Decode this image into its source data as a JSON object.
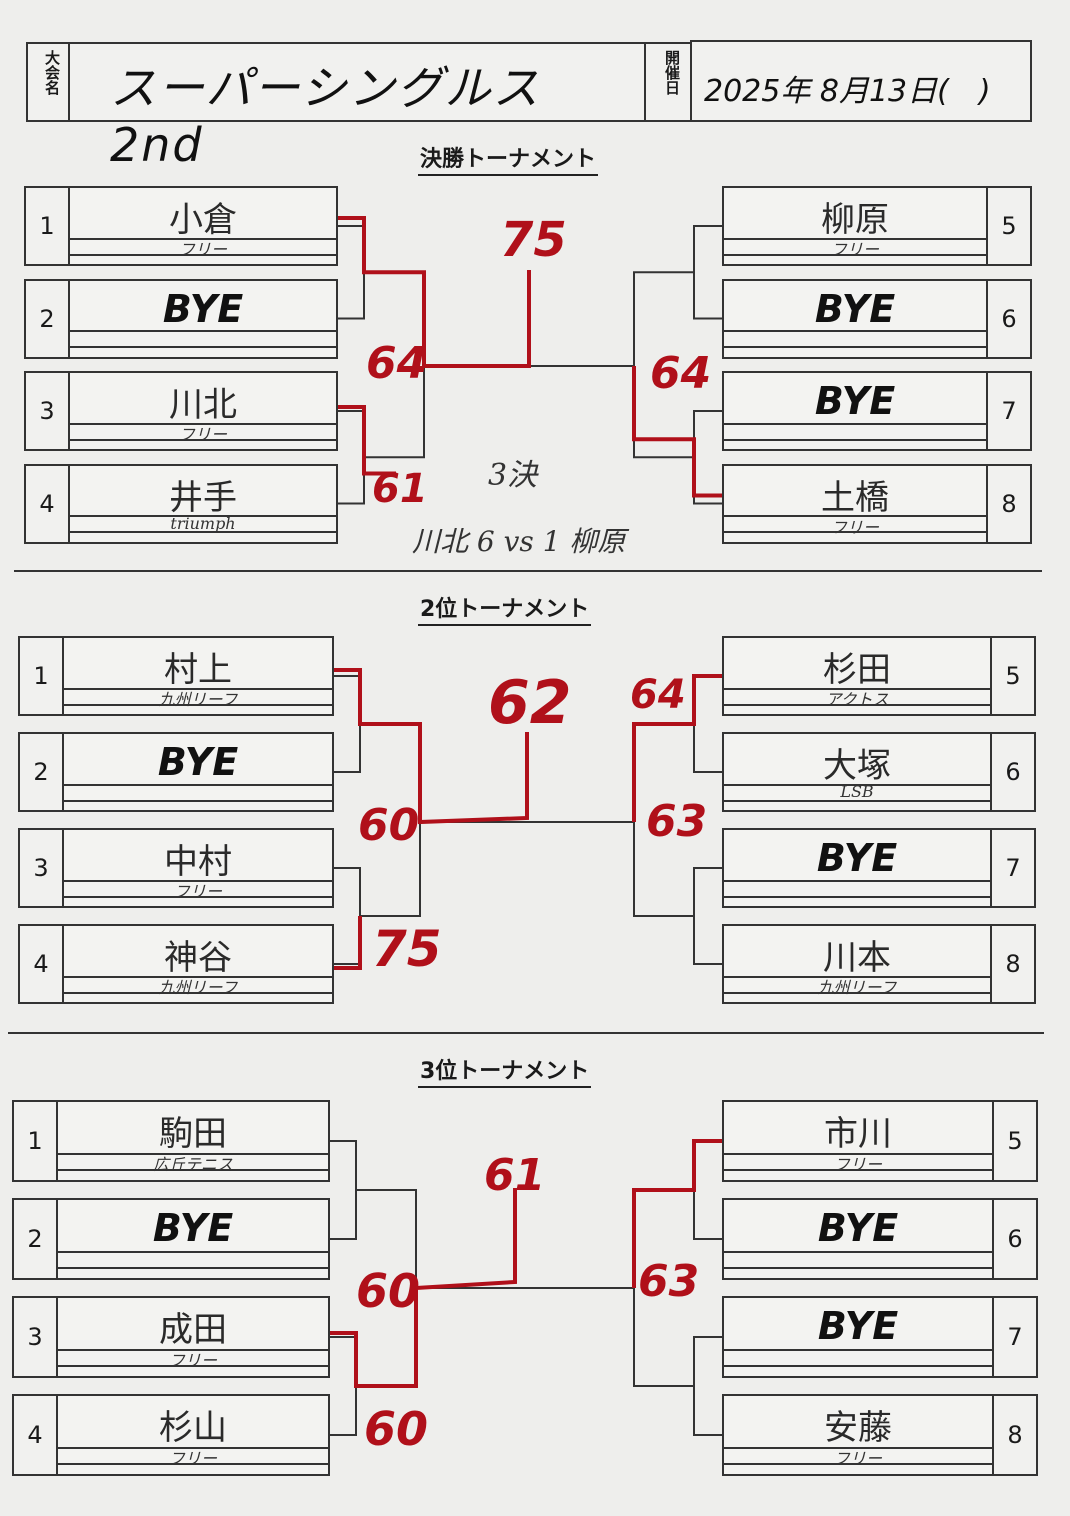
{
  "header": {
    "event_label": "大会名",
    "event_name": "スーパーシングルス 2nd",
    "date_label": "開催日",
    "date_value": "2025年 8月13日(　)"
  },
  "colors": {
    "ink": "#333333",
    "red_pen": "#b0101a"
  },
  "tournaments": [
    {
      "title": "決勝トーナメント",
      "left": [
        {
          "no": "1",
          "name": "小倉",
          "club": "フリー"
        },
        {
          "no": "2",
          "name": "BYE",
          "club": ""
        },
        {
          "no": "3",
          "name": "川北",
          "club": "フリー"
        },
        {
          "no": "4",
          "name": "井手",
          "club": "triumph"
        }
      ],
      "right": [
        {
          "no": "5",
          "name": "柳原",
          "club": "フリー"
        },
        {
          "no": "6",
          "name": "BYE",
          "club": ""
        },
        {
          "no": "7",
          "name": "BYE",
          "club": ""
        },
        {
          "no": "8",
          "name": "土橋",
          "club": "フリー"
        }
      ],
      "scores": {
        "final": "75",
        "left_top": "64",
        "left_bottom": "61",
        "right": "64"
      },
      "note_title": "3決",
      "note_text": "川北 6 vs 1 柳原"
    },
    {
      "title": "2位トーナメント",
      "left": [
        {
          "no": "1",
          "name": "村上",
          "club": "九州リーフ"
        },
        {
          "no": "2",
          "name": "BYE",
          "club": ""
        },
        {
          "no": "3",
          "name": "中村",
          "club": "フリー"
        },
        {
          "no": "4",
          "name": "神谷",
          "club": "九州リーフ"
        }
      ],
      "right": [
        {
          "no": "5",
          "name": "杉田",
          "club": "アクトス"
        },
        {
          "no": "6",
          "name": "大塚",
          "club": "LSB"
        },
        {
          "no": "7",
          "name": "BYE",
          "club": ""
        },
        {
          "no": "8",
          "name": "川本",
          "club": "九州リーフ"
        }
      ],
      "scores": {
        "final": "62",
        "left_top": "60",
        "left_bottom": "75",
        "right_top": "64",
        "right": "63"
      }
    },
    {
      "title": "3位トーナメント",
      "left": [
        {
          "no": "1",
          "name": "駒田",
          "club": "広丘テニス"
        },
        {
          "no": "2",
          "name": "BYE",
          "club": ""
        },
        {
          "no": "3",
          "name": "成田",
          "club": "フリー"
        },
        {
          "no": "4",
          "name": "杉山",
          "club": "フリー"
        }
      ],
      "right": [
        {
          "no": "5",
          "name": "市川",
          "club": "フリー"
        },
        {
          "no": "6",
          "name": "BYE",
          "club": ""
        },
        {
          "no": "7",
          "name": "BYE",
          "club": ""
        },
        {
          "no": "8",
          "name": "安藤",
          "club": "フリー"
        }
      ],
      "scores": {
        "final": "61",
        "left_top": "60",
        "left_bottom": "60",
        "right": "63"
      }
    }
  ]
}
